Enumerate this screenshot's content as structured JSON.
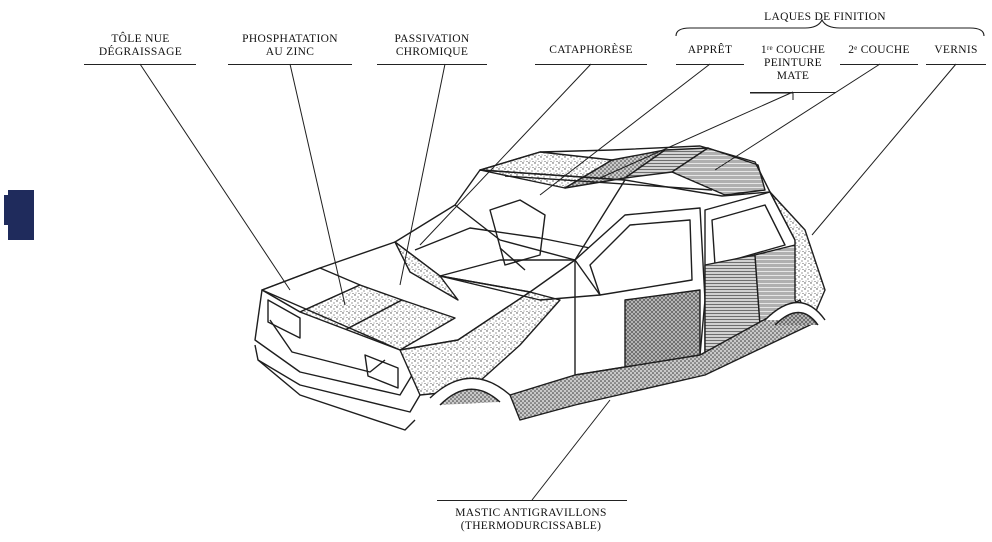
{
  "labels": {
    "tole": [
      "TÔLE NUE",
      "DÉGRAISSAGE"
    ],
    "phospha": [
      "PHOSPHATATION",
      "AU ZINC"
    ],
    "passiv": [
      "PASSIVATION",
      "CHROMIQUE"
    ],
    "cataph": [
      "CATAPHORÈSE"
    ],
    "laques": [
      "LAQUES DE FINITION"
    ],
    "appret": [
      "APPRÊT"
    ],
    "couche1": [
      "1ʳᵉ COUCHE",
      "PEINTURE",
      "MATE"
    ],
    "couche2": [
      "2ᵉ COUCHE"
    ],
    "vernis": [
      "VERNIS"
    ],
    "mastic": [
      "MASTIC ANTIGRAVILLONS",
      "(THERMODURCISSABLE)"
    ]
  },
  "colors": {
    "ink": "#1e1e1e",
    "tab": "#1f2b5c"
  }
}
